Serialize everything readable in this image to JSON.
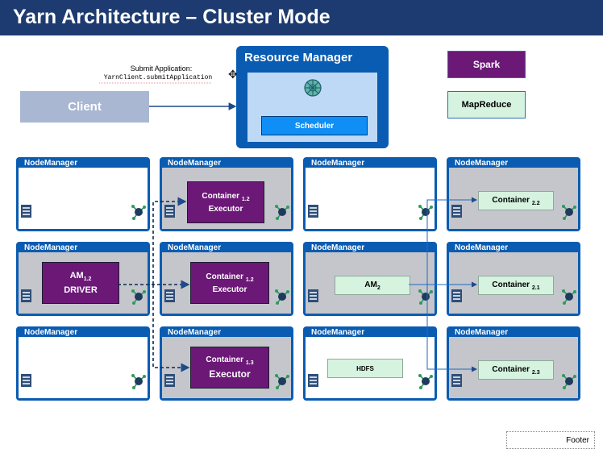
{
  "title": "Yarn Architecture – Cluster Mode",
  "submit": {
    "label": "Submit Application:",
    "code": "YarnClient.submitApplication"
  },
  "client": "Client",
  "resource_manager": {
    "title": "Resource Manager",
    "scheduler": "Scheduler"
  },
  "legend": {
    "spark": "Spark",
    "mapreduce": "MapReduce"
  },
  "nodemanager_label": "NodeManager",
  "containers": {
    "c12a": {
      "line1": "Container",
      "sub": "1.2",
      "line2": "Executor"
    },
    "am12": {
      "line1": "AM",
      "sub": "1.2",
      "line2": "DRIVER"
    },
    "c12b": {
      "line1": "Container",
      "sub": "1.2",
      "line2": "Executor"
    },
    "c13": {
      "line1": "Container",
      "sub": "1.3",
      "line2": "Executor"
    },
    "am2": {
      "line1": "AM",
      "sub": "2"
    },
    "hdfs": {
      "line1": "HDFS"
    },
    "c22": {
      "line1": "Container",
      "sub": "2.2"
    },
    "c21": {
      "line1": "Container",
      "sub": "2.1"
    },
    "c23": {
      "line1": "Container",
      "sub": "2.3"
    }
  },
  "footer": "Footer",
  "colors": {
    "title_bar": "#1d3b70",
    "node_blue": "#0a5cb2",
    "spark_purple": "#6b1877",
    "mapreduce_green": "#d6f3e0"
  }
}
